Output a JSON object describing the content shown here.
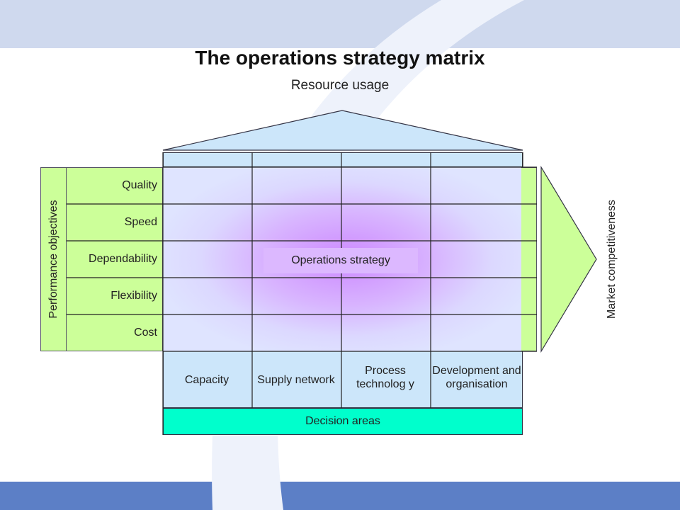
{
  "title": "The operations strategy matrix",
  "subtitle": "Resource usage",
  "performance": {
    "label": "Performance objectives",
    "objectives": [
      "Quality",
      "Speed",
      "Dependability",
      "Flexibility",
      "Cost"
    ]
  },
  "decision": {
    "areas": [
      "Capacity",
      "Supply network",
      "Process technolog y",
      "Development and organisation"
    ],
    "label": "Decision areas"
  },
  "center_label": "Operations strategy",
  "market_label": "Market competitiveness",
  "colors": {
    "objectives_fill": "#ccff99",
    "resource_fill": "#cce6fa",
    "decision_bar": "#00ffcc",
    "strategy_center": "#cc88ff",
    "top_band": "#cfd9ee",
    "bottom_band": "#5c7fc6"
  }
}
